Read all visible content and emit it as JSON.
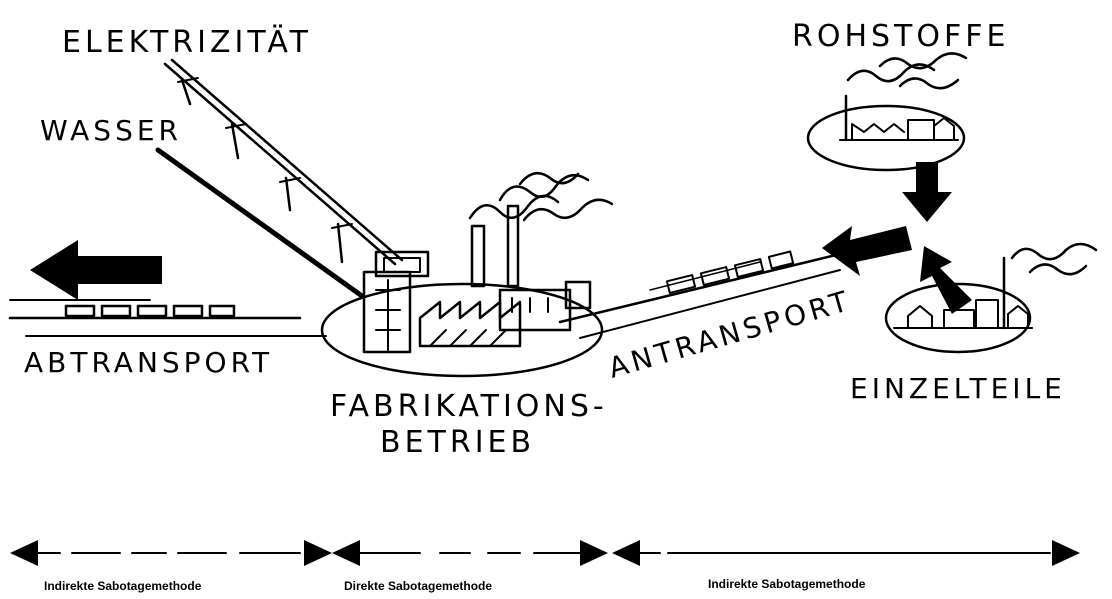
{
  "labels": {
    "elektrizitaet": "ELEKTRIZITÄT",
    "wasser": "WASSER",
    "rohstoffe": "ROHSTOFFE",
    "abtransport": "ABTRANSPORT",
    "antransport": "ANTRANSPORT",
    "einzelteile": "EINZELTEILE",
    "fabrikation_line1": "FABRIKATIONS-",
    "fabrikation_line2": "BETRIEB"
  },
  "ranges": [
    {
      "label": "Indirekte Sabotagemethode"
    },
    {
      "label": "Direkte Sabotagemethode"
    },
    {
      "label": "Indirekte Sabotagemethode"
    }
  ],
  "colors": {
    "ink": "#000000",
    "paper": "#ffffff"
  }
}
